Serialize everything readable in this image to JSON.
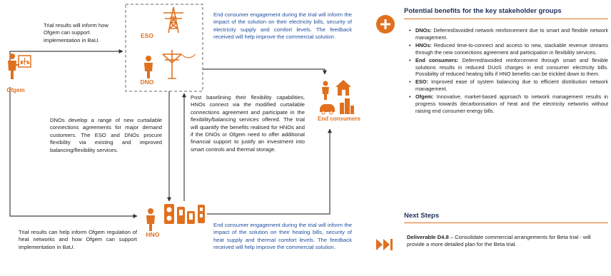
{
  "colors": {
    "accent": "#e0701e",
    "text_blue": "#1f4e9c",
    "header_navy": "#1f2f5a",
    "line_gray": "#555555"
  },
  "icons": {
    "ofgem": "regulator-person-icon",
    "eso": "transmission-tower-icon",
    "dno": "distribution-pole-icon",
    "hno": "heat-pump-icon",
    "end_consumers": "home-and-city-icon",
    "plus": "plus-circle-icon",
    "next": "fast-forward-icon"
  },
  "diagram": {
    "labels": {
      "ofgem": "Ofgem",
      "eso": "ESO",
      "dno": "DNO",
      "hno": "HNO",
      "end_consumers": "End consumers"
    },
    "texts": {
      "trial_results_top": "Trial results will inform how Ofgem can support implementation in BaU.",
      "end_consumer_electricity": "End consumer engagement during the trial will inform the impact of the solution on their electricity bills, security of electricity supply and comfort levels. The feedback received will help improve the commercial solution.",
      "dno_develop": "DNOs develop a range of new curtailable connections agreements for major demand customers. The ESO and DNOs procure flexibility via existing and improved balancing/flexibility services.",
      "post_baselining": "Post baselining their flexibility capabilities, HNOs connect via the modified curtailable connections agreement and participate in the flexibility/balancing services offered. The trial will quantify the benefits realised for HNOs and if the DNOs or Ofgem need to offer additional financial support to justify an investment into smart controls and thermal storage.",
      "trial_results_bottom": "Trial results can help inform Ofgem regulation of heat networks and how Ofgem can support implementation in BaU.",
      "end_consumer_heating": "End consumer engagement during the trial will inform the impact of the solution on their heating bills, security of heat supply and thermal comfort levels. The feedback received will help improve the commercial solution."
    }
  },
  "benefits": {
    "title": "Potential benefits for the key stakeholder groups",
    "items": [
      {
        "label": "DNOs:",
        "text": " Deferred/avoided network reinforcement due to smart and flexible network management."
      },
      {
        "label": "HNOs:",
        "text": " Reduced time-to-connect and access to new, stackable revenue streams through the new connections agreement and participation in flexibility services."
      },
      {
        "label": "End consumers:",
        "text": " Deferred/avoided reinforcement through smart and flexible solutions results in reduced DUoS charges in end consumer electricity bills. Possibility of reduced heating bills if HNO benefits can be trickled down to them."
      },
      {
        "label": "ESO:",
        "text": " Improved ease of system balancing due to efficient distribution network management."
      },
      {
        "label": "Ofgem:",
        "text": " Innovative, market-based approach to network management results in progress towards decarbonisation of heat and the electricity networks without raising end consumer energy bills."
      }
    ]
  },
  "next_steps": {
    "title": "Next Steps",
    "deliverable_label": "Deliverable D4.8",
    "deliverable_text": " – Consolidate commercial arrangements for Beta trial - will provide a more detailed plan for the Beta trial."
  }
}
